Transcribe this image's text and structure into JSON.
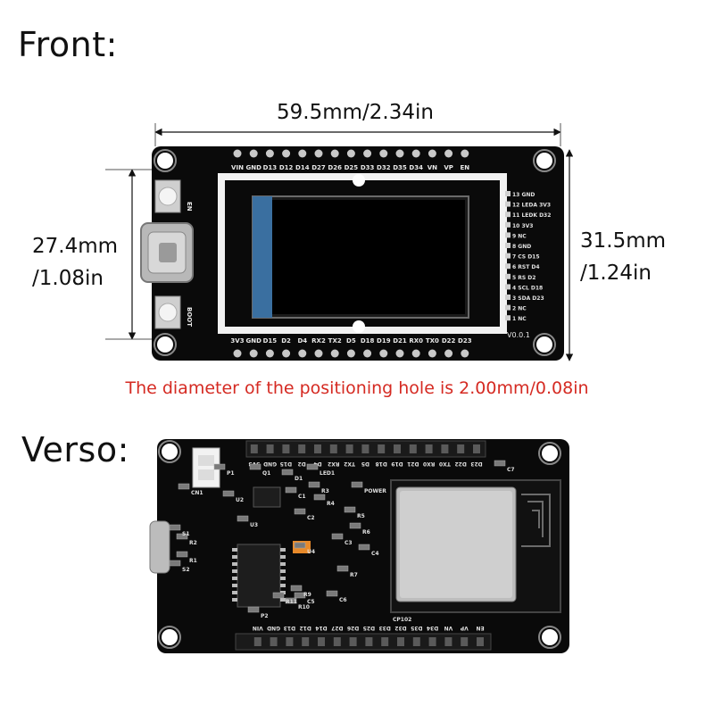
{
  "front_label": "Front:",
  "verso_label": "Verso:",
  "width_dim": "59.5mm/2.34in",
  "height_left_dim": [
    "27.4mm",
    "/1.08in"
  ],
  "height_right_dim": [
    "31.5mm",
    "/1.24in"
  ],
  "hole_note": "The diameter of the positioning hole is 2.00mm/0.08in",
  "front_board": {
    "top_pins": [
      "VIN",
      "GND",
      "D13",
      "D12",
      "D14",
      "D27",
      "D26",
      "D25",
      "D33",
      "D32",
      "D35",
      "D34",
      "VN",
      "VP",
      "EN"
    ],
    "bottom_pins": [
      "3V3",
      "GND",
      "D15",
      "D2",
      "D4",
      "RX2",
      "TX2",
      "D5",
      "D18",
      "D19",
      "D21",
      "RX0",
      "TX0",
      "D22",
      "D23"
    ],
    "lcd_pins": [
      "13 GND",
      "12 LEDA 3V3",
      "11 LEDK D32",
      "10 3V3",
      "9 NC",
      "8 GND",
      "7 CS D15",
      "6 RST D4",
      "5 RS D2",
      "4 SCL D18",
      "3 SDA D23",
      "2 NC",
      "1 NC"
    ],
    "en_label": "EN",
    "boot_label": "BOOT",
    "version": "V0.0.1"
  },
  "verso_board": {
    "top_pins": [
      "D23",
      "D22",
      "TX0",
      "RX0",
      "D21",
      "D19",
      "D18",
      "D5",
      "TX2",
      "RX2",
      "D4",
      "D2",
      "D15",
      "GND",
      "3V3"
    ],
    "bottom_pins": [
      "EN",
      "VP",
      "VN",
      "D34",
      "D35",
      "D32",
      "D33",
      "D25",
      "D26",
      "D27",
      "D14",
      "D12",
      "D13",
      "GND",
      "VIN"
    ],
    "module_label": "CP102",
    "parts": [
      "P1",
      "P2",
      "CN1",
      "C1",
      "C2",
      "C3",
      "C4",
      "C5",
      "C6",
      "C7",
      "R1",
      "R2",
      "R3",
      "R4",
      "R5",
      "R6",
      "R7",
      "R9",
      "R10",
      "R11",
      "U2",
      "U3",
      "U4",
      "D1",
      "Q1",
      "S1",
      "S2",
      "LED1",
      "POWER"
    ]
  }
}
